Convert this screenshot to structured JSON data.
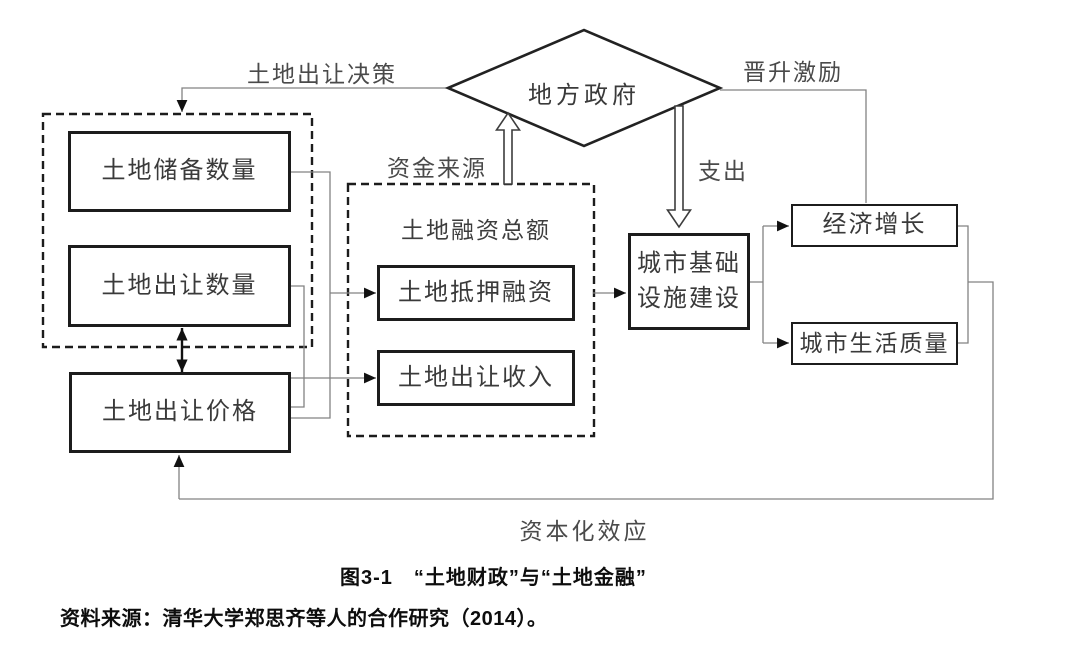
{
  "colors": {
    "background": "#ffffff",
    "wire": "#828282",
    "box_border": "#1c1c1c",
    "box_text": "#3a3a3a",
    "label_text": "#4a4a4a",
    "arrowhead": "#111111"
  },
  "diagram": {
    "local_government": "地方政府",
    "labels": {
      "land_transfer_decision": "土地出让决策",
      "promotion_incentive": "晋升激励",
      "funding_source": "资金来源",
      "expenditure": "支出",
      "capitalization_effect": "资本化效应"
    },
    "left_group": {
      "land_reserve_quantity": "土地储备数量",
      "land_transfer_quantity": "土地出让数量"
    },
    "land_transfer_price": "土地出让价格",
    "financing_group": {
      "title": "土地融资总额",
      "land_mortgage_financing": "土地抵押融资",
      "land_transfer_revenue": "土地出让收入"
    },
    "urban_infrastructure_line1": "城市基础",
    "urban_infrastructure_line2": "设施建设",
    "economic_growth": "经济增长",
    "urban_life_quality": "城市生活质量"
  },
  "caption": "图3-1　“土地财政”与“土地金融”",
  "source_note": "资料来源：清华大学郑思齐等人的合作研究（2014）。"
}
